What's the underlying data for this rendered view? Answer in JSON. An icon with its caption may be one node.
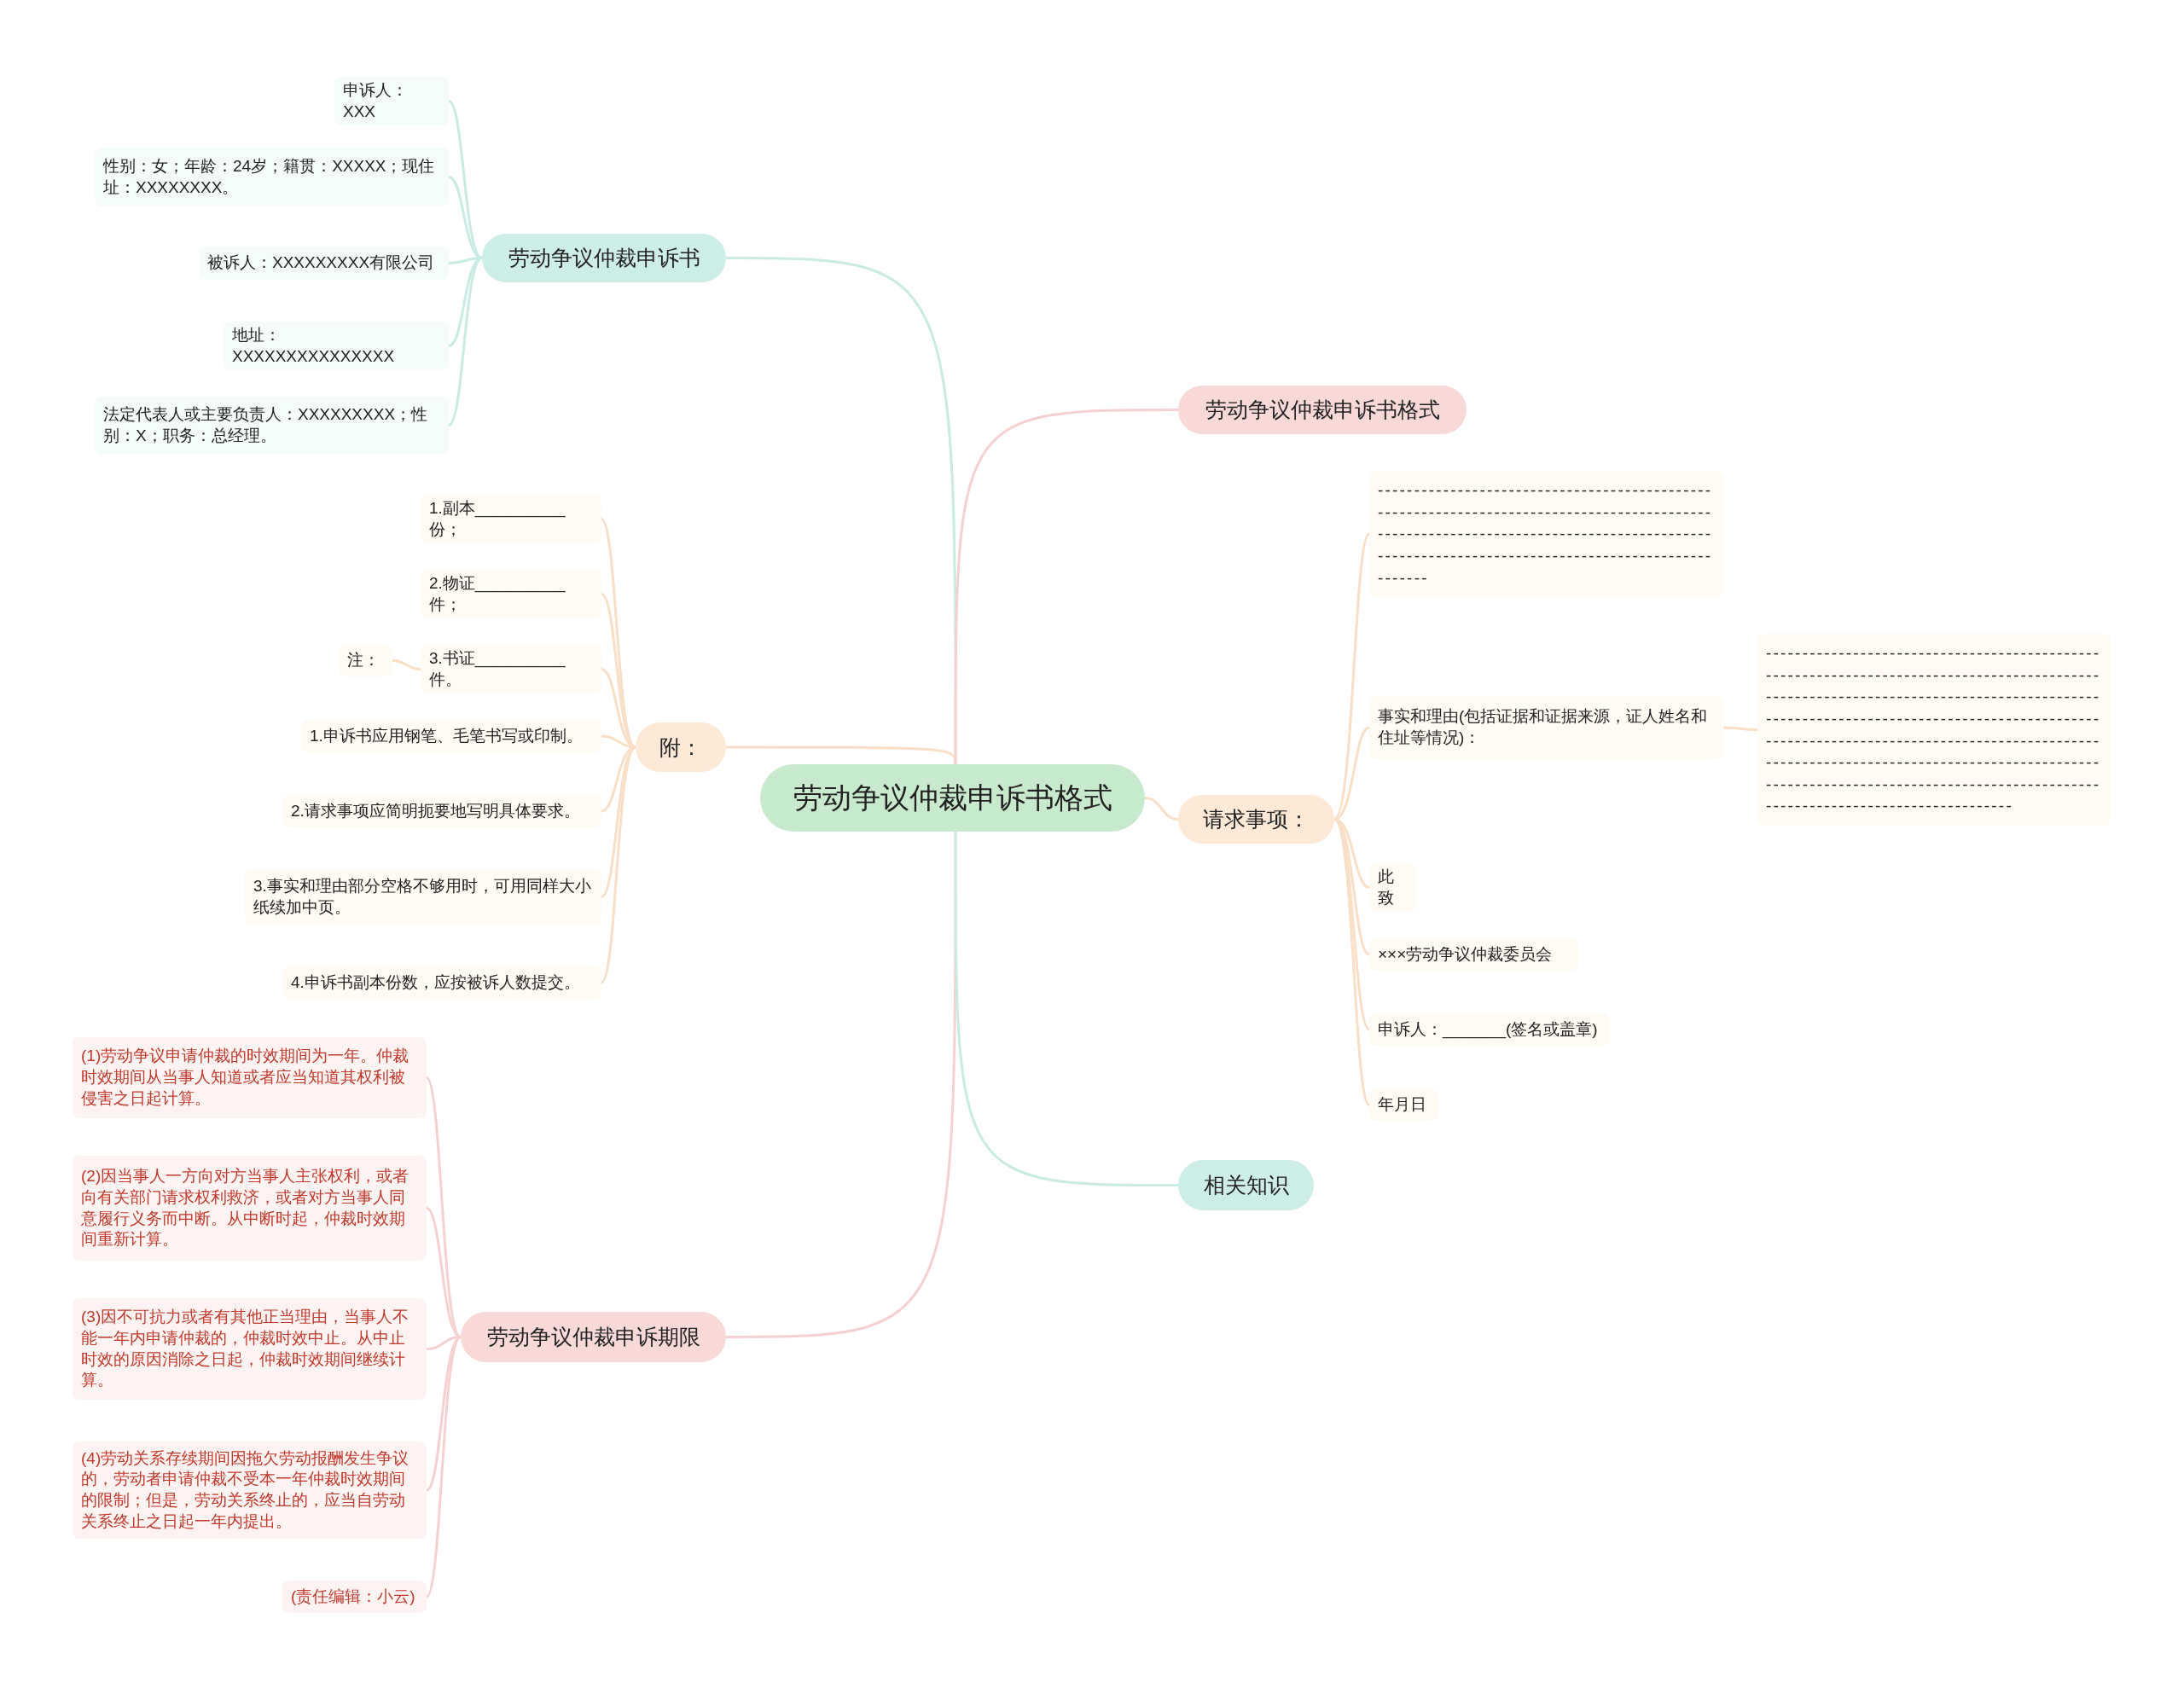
{
  "diagram": {
    "nodes": [
      {
        "text": [
          "劳动争议仲裁申诉书格式"
        ]
      },
      {
        "text": [
          "劳动争议仲裁申诉书"
        ]
      },
      {
        "text": [
          "申诉人：XXX"
        ]
      },
      {
        "text": [
          "性别：女；年龄：24岁；籍贯：XXXXX；现住址：XXXXXXXX。"
        ]
      },
      {
        "text": [
          "被诉人：XXXXXXXXX有限公司"
        ]
      },
      {
        "text": [
          "地址：XXXXXXXXXXXXXXX"
        ]
      },
      {
        "text": [
          "法定代表人或主要负责人：XXXXXXXXX；性别：X；职务：总经理。"
        ]
      },
      {
        "text": [
          "附："
        ]
      },
      {
        "text": [
          "1.副本__________份；"
        ]
      },
      {
        "text": [
          "2.物证__________件；"
        ]
      },
      {
        "text": [
          "3.书证__________件。"
        ]
      },
      {
        "text": [
          "注："
        ]
      },
      {
        "text": [
          "1.申诉书应用钢笔、毛笔书写或印制。"
        ]
      },
      {
        "text": [
          "2.请求事项应简明扼要地写明具体要求。"
        ]
      },
      {
        "text": [
          "3.事实和理由部分空格不够用时，可用同样大小纸续加中页。"
        ]
      },
      {
        "text": [
          "4.申诉书副本份数，应按被诉人数提交。"
        ]
      },
      {
        "text": [
          "劳动争议仲裁申诉期限"
        ]
      },
      {
        "text": [
          "(1)劳动争议申请仲裁的时效期间为一年。仲裁时效期间从当事人知道或者应当知道其权利被侵害之日起计算。"
        ]
      },
      {
        "text": [
          "(2)因当事人一方向对方当事人主张权利，或者向有关部门请求权利救济，或者对方当事人同意履行义务而中断。从中断时起，仲裁时效期间重新计算。"
        ]
      },
      {
        "text": [
          "(3)因不可抗力或者有其他正当理由，当事人不能一年内申请仲裁的，仲裁时效中止。从中止时效的原因消除之日起，仲裁时效期间继续计算。"
        ]
      },
      {
        "text": [
          "(4)劳动关系存续期间因拖欠劳动报酬发生争议的，劳动者申请仲裁不受本一年仲裁时效期间的限制；但是，劳动关系终止的，应当自劳动关系终止之日起一年内提出。"
        ]
      },
      {
        "text": [
          "(责任编辑：小云)"
        ]
      },
      {
        "text": [
          "劳动争议仲裁申诉书格式"
        ]
      },
      {
        "text": [
          "请求事项："
        ]
      },
      {
        "text": [
          "-----------------------------------------------------------------------------------------------------------------------------------------------------------------------------------------------"
        ]
      },
      {
        "text": [
          "事实和理由(包括证据和证据来源，证人姓名和住址等情况)："
        ]
      },
      {
        "text": [
          "--------------------------------------------------------------------------------------------------------------------------------------------------------------------------------------------------------------------------------------------------------------------------------------------------------------------------------------------------------------------"
        ]
      },
      {
        "text": [
          "此致"
        ]
      },
      {
        "text": [
          "×××劳动争议仲裁委员会"
        ]
      },
      {
        "text": [
          "申诉人：_______(签名或盖章)"
        ]
      },
      {
        "text": [
          "年月日"
        ]
      },
      {
        "text": [
          "相关知识"
        ]
      }
    ],
    "edges": [
      {
        "from": 0,
        "to": 1,
        "arrow": "none",
        "color": "#c8ebe3"
      },
      {
        "from": 1,
        "to": 2,
        "arrow": "none",
        "color": "#c8ebe3"
      },
      {
        "from": 1,
        "to": 3,
        "arrow": "none",
        "color": "#c8ebe3"
      },
      {
        "from": 1,
        "to": 4,
        "arrow": "none",
        "color": "#c8ebe3"
      },
      {
        "from": 1,
        "to": 5,
        "arrow": "none",
        "color": "#c8ebe3"
      },
      {
        "from": 1,
        "to": 6,
        "arrow": "none",
        "color": "#c8ebe3"
      },
      {
        "from": 0,
        "to": 7,
        "arrow": "none"
      },
      {
        "from": 7,
        "to": 8,
        "arrow": "none"
      },
      {
        "from": 7,
        "to": 9,
        "arrow": "none"
      },
      {
        "from": 7,
        "to": 10,
        "arrow": "none"
      },
      {
        "from": 10,
        "to": 11,
        "arrow": "none"
      },
      {
        "from": 7,
        "to": 12,
        "arrow": "none"
      },
      {
        "from": 7,
        "to": 13,
        "arrow": "none"
      },
      {
        "from": 7,
        "to": 14,
        "arrow": "none"
      },
      {
        "from": 7,
        "to": 15,
        "arrow": "none"
      },
      {
        "from": 0,
        "to": 16,
        "arrow": "none",
        "color": "#f6d0d0"
      },
      {
        "from": 16,
        "to": 17,
        "arrow": "none",
        "color": "#f6d0d0"
      },
      {
        "from": 16,
        "to": 18,
        "arrow": "none",
        "color": "#f6d0d0"
      },
      {
        "from": 16,
        "to": 19,
        "arrow": "none",
        "color": "#f6d0d0"
      },
      {
        "from": 16,
        "to": 20,
        "arrow": "none",
        "color": "#f6d0d0"
      },
      {
        "from": 16,
        "to": 21,
        "arrow": "none",
        "color": "#f6d0d0"
      },
      {
        "from": 0,
        "to": 22,
        "arrow": "none",
        "color": "#f6d0d0"
      },
      {
        "from": 0,
        "to": 23,
        "arrow": "none"
      },
      {
        "from": 23,
        "to": 24,
        "arrow": "none"
      },
      {
        "from": 23,
        "to": 25,
        "arrow": "none"
      },
      {
        "from": 25,
        "to": 26,
        "arrow": "none"
      },
      {
        "from": 23,
        "to": 27,
        "arrow": "none"
      },
      {
        "from": 23,
        "to": 28,
        "arrow": "none"
      },
      {
        "from": 23,
        "to": 29,
        "arrow": "none"
      },
      {
        "from": 23,
        "to": 30,
        "arrow": "none"
      },
      {
        "from": 0,
        "to": 31,
        "arrow": "none",
        "color": "#c8ebe3"
      }
    ]
  }
}
